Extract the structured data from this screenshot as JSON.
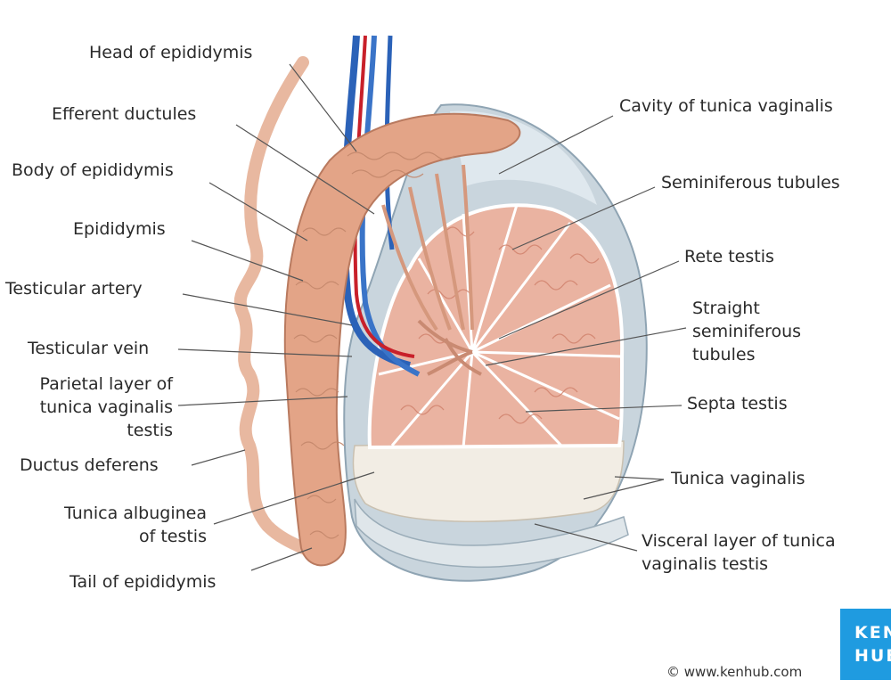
{
  "labels_left": [
    {
      "id": "head-of-epididymis",
      "lines": [
        "Head of epididymis"
      ]
    },
    {
      "id": "efferent-ductules",
      "lines": [
        "Efferent ductules"
      ]
    },
    {
      "id": "body-of-epididymis",
      "lines": [
        "Body of epididymis"
      ]
    },
    {
      "id": "epididymis",
      "lines": [
        "Epididymis"
      ]
    },
    {
      "id": "testicular-artery",
      "lines": [
        "Testicular artery"
      ]
    },
    {
      "id": "testicular-vein",
      "lines": [
        "Testicular vein"
      ]
    },
    {
      "id": "parietal-layer",
      "lines": [
        "Parietal layer of",
        "tunica vaginalis",
        "testis"
      ]
    },
    {
      "id": "ductus-deferens",
      "lines": [
        "Ductus deferens"
      ]
    },
    {
      "id": "tunica-albuginea",
      "lines": [
        "Tunica albuginea",
        "of testis"
      ]
    },
    {
      "id": "tail-of-epididymis",
      "lines": [
        "Tail of epididymis"
      ]
    }
  ],
  "labels_right": [
    {
      "id": "cavity-tunica-vaginalis",
      "lines": [
        "Cavity of tunica vaginalis"
      ]
    },
    {
      "id": "seminiferous-tubules",
      "lines": [
        "Seminiferous tubules"
      ]
    },
    {
      "id": "rete-testis",
      "lines": [
        "Rete testis"
      ]
    },
    {
      "id": "straight-seminiferous-tubules",
      "lines": [
        "Straight",
        "seminiferous",
        "tubules"
      ]
    },
    {
      "id": "septa-testis",
      "lines": [
        "Septa testis"
      ]
    },
    {
      "id": "tunica-vaginalis",
      "lines": [
        "Tunica vaginalis"
      ]
    },
    {
      "id": "visceral-layer",
      "lines": [
        "Visceral layer of tunica",
        "vaginalis testis"
      ]
    }
  ],
  "logo": {
    "line1": "KEN",
    "line2": "HUB"
  },
  "copyright": "© www.kenhub.com",
  "colors": {
    "testis": "#e8a794",
    "tubule": "#d88670",
    "albuginea": "#f1ece3",
    "vaginalis": "#c7d3db",
    "epididymis": "#e0a184",
    "artery": "#c8202a",
    "vein": "#2b62b8",
    "leader": "#555555"
  }
}
